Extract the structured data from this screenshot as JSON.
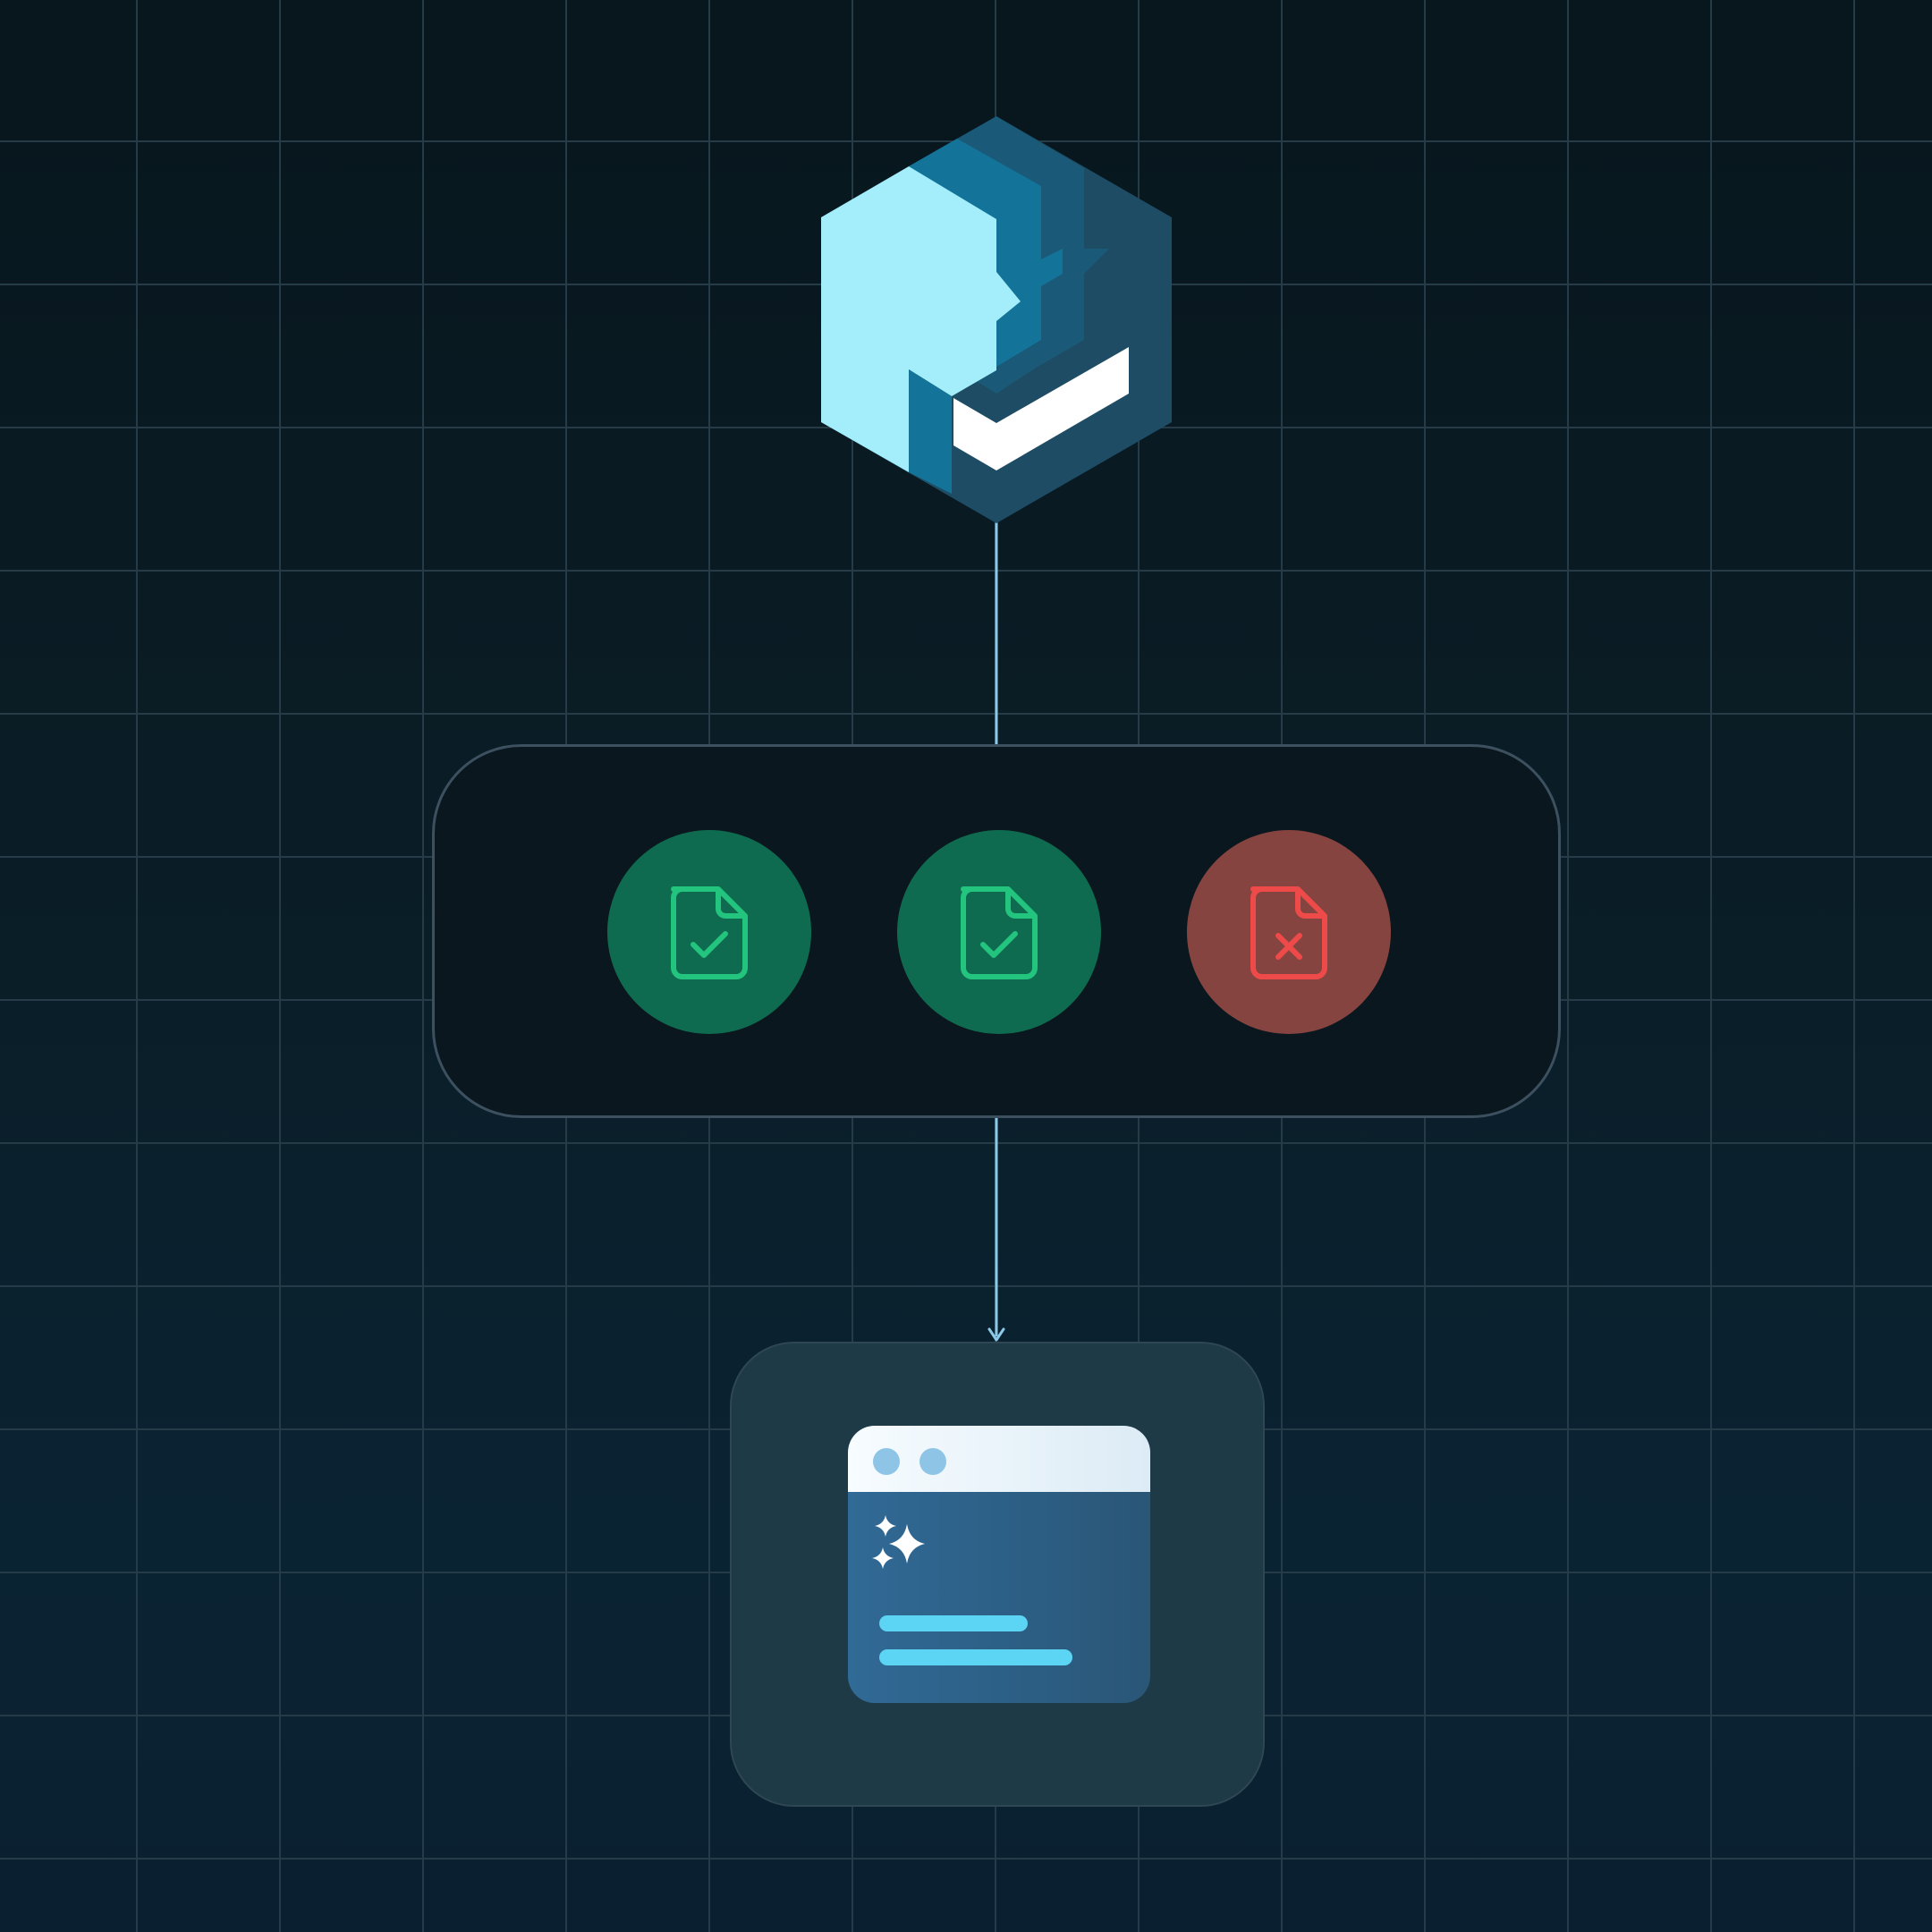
{
  "diagram": {
    "nodes": [
      {
        "id": "source",
        "icon": "hexagon-checkmark-logo-icon"
      },
      {
        "id": "validation-group",
        "items": [
          {
            "status": "pass",
            "icon": "file-check-icon",
            "color": "#22c47e",
            "fill": "#0f6b4f"
          },
          {
            "status": "pass",
            "icon": "file-check-icon",
            "color": "#22c47e",
            "fill": "#0f6b4f"
          },
          {
            "status": "fail",
            "icon": "file-x-icon",
            "color": "#ef4a4a",
            "fill": "#85443f"
          }
        ]
      },
      {
        "id": "output",
        "icon": "browser-window-sparkle-icon"
      }
    ],
    "edges": [
      {
        "from": "source",
        "to": "validation-group",
        "arrow": false
      },
      {
        "from": "validation-group",
        "to": "output",
        "arrow": true
      }
    ]
  },
  "colors": {
    "background_top": "#08161d",
    "background_bottom": "#0a2333",
    "grid_line": "#253c48",
    "connector": "#8cc8e8",
    "panel_border": "#3c5060",
    "card_fill": "#1d3a46",
    "logo_light": "#a3eefa",
    "logo_mid": "#137399",
    "logo_dark": "#1d4c64",
    "text_line": "#5cd4f4",
    "window_dot": "#8ec5e6"
  }
}
